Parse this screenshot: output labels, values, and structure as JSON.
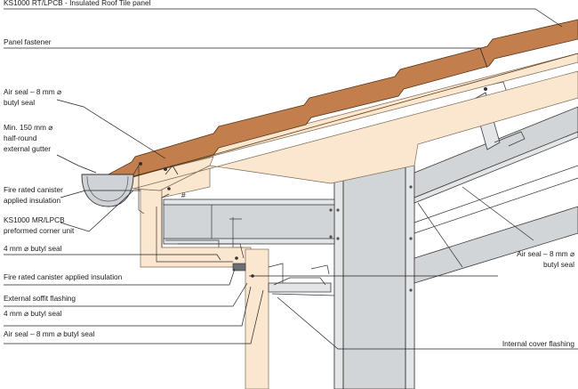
{
  "labels": {
    "panel": "KS1000 RT/LPCB - Insulated Roof Tile panel",
    "fastener": "Panel fastener",
    "air_seal_1_line1": "Air seal – 8 mm ⌀",
    "air_seal_1_line2": "butyl seal",
    "gutter_line1": "Min. 150 mm ⌀",
    "gutter_line2": "half-round",
    "gutter_line3": "external gutter",
    "canister_1_line1": "Fire rated canister",
    "canister_1_line2": "applied insulation",
    "corner_line1": "KS1000 MR/LPCB",
    "corner_line2": "preformed corner unit",
    "butyl_4mm_1": "4 mm ⌀ butyl seal",
    "canister_2": "Fire rated canister applied insulation",
    "soffit": "External soffit flashing",
    "butyl_4mm_2": "4 mm ⌀ butyl seal",
    "air_seal_2": "Air seal – 8 mm ⌀ butyl seal",
    "air_seal_right_line1": "Air seal – 8 mm ⌀",
    "air_seal_right_line2": "butyl seal",
    "internal_flashing": "Internal cover flashing",
    "hash_mark": "#"
  },
  "colors": {
    "tile": "#c27e4c",
    "insulation": "#fbe7cf",
    "steel": "#d2d5d8",
    "line": "#222222"
  }
}
